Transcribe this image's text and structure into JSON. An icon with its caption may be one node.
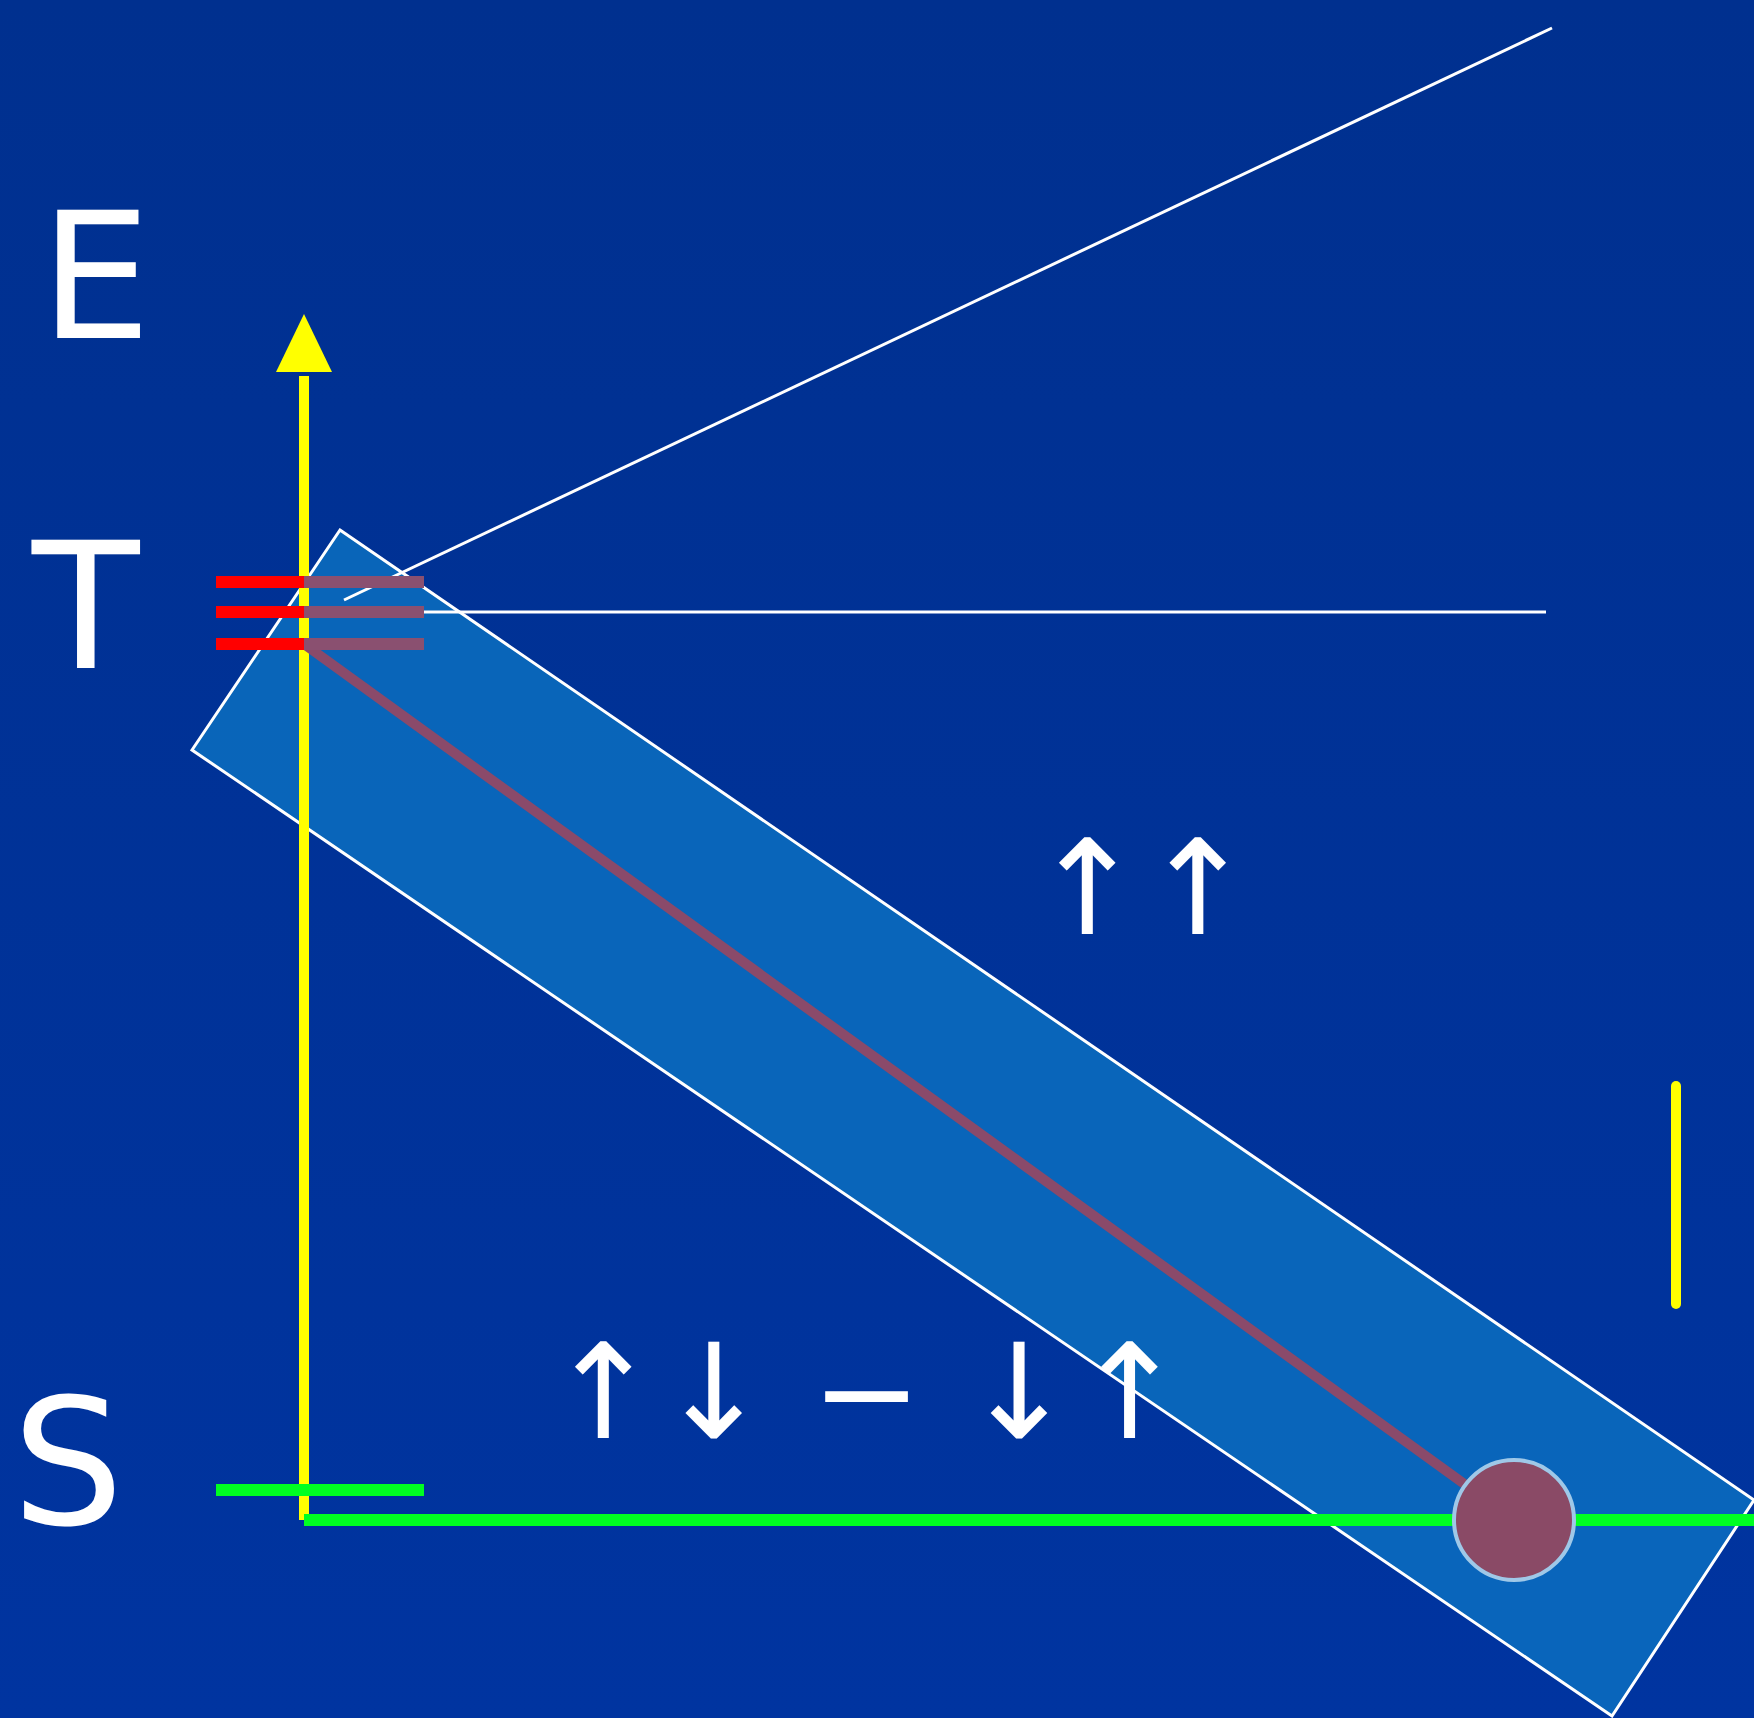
{
  "diagram": {
    "nodes": [
      {
        "text": [],
        "shape": "bar"
      },
      {
        "text": [],
        "shape": "circle"
      }
    ],
    "edges": [
      {
        "from": 0,
        "to": 1,
        "arrow": "none"
      }
    ],
    "labels": [
      "E",
      "T",
      "S",
      "↑↑",
      "↑↓ − ↓↑"
    ]
  }
}
